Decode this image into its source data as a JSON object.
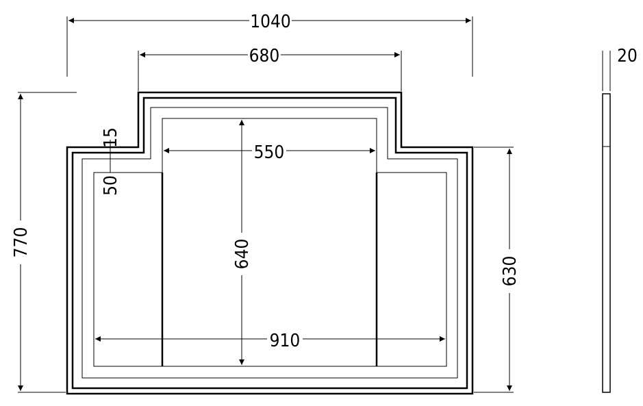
{
  "dimensions": {
    "overall_width": "1040",
    "top_width": "680",
    "center_width": "550",
    "side_offset": "15",
    "side_gap": "50",
    "overall_height": "770",
    "center_height": "640",
    "inner_width": "910",
    "side_height": "630",
    "thickness": "20"
  },
  "colors": {
    "line": "#000000",
    "background": "#ffffff"
  }
}
